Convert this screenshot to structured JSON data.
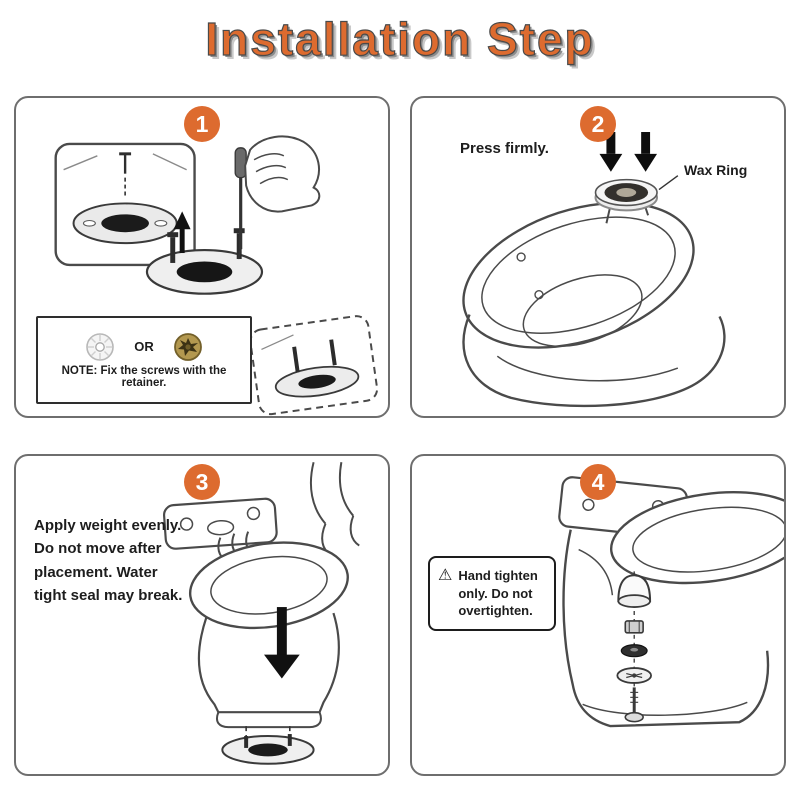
{
  "title": "Installation Step",
  "colors": {
    "accent": "#DD6B2F",
    "line": "#4a4a4a"
  },
  "icons": {
    "warning_glyph": "⚠"
  },
  "steps": [
    {
      "number": "1",
      "or_label": "OR",
      "note": "NOTE: Fix the screws with the retainer."
    },
    {
      "number": "2",
      "press_label": "Press firmly.",
      "wax_ring_label": "Wax Ring"
    },
    {
      "number": "3",
      "instruction": "Apply weight evenly. Do not move after placement. Water tight seal may break."
    },
    {
      "number": "4",
      "warning": "Hand tighten only. Do not overtighten."
    }
  ]
}
